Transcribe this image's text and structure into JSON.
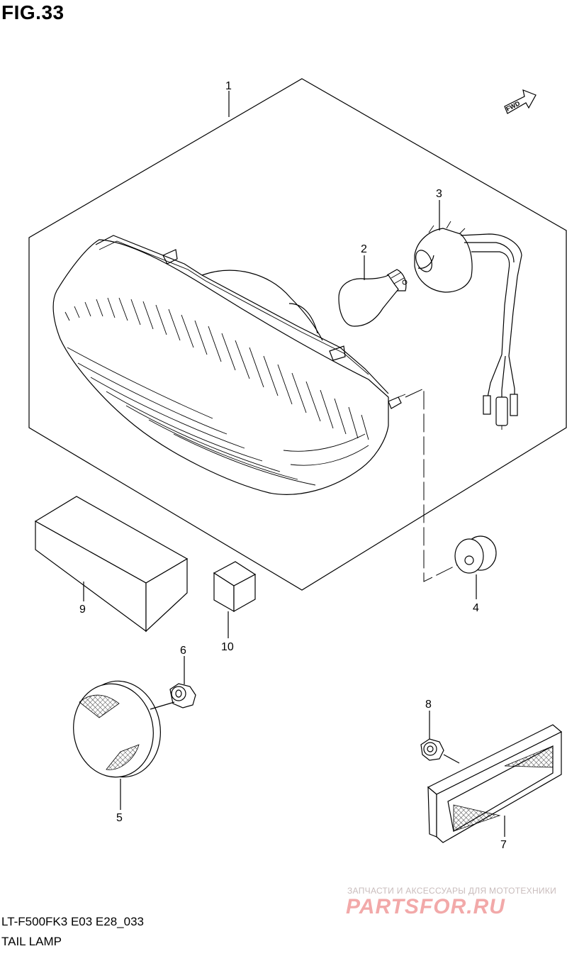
{
  "figure": {
    "title": "FIG.33",
    "code": "LT-F500FK3 E03 E28_033",
    "name": "TAIL LAMP"
  },
  "direction_marker": "FWD",
  "callouts": [
    "1",
    "2",
    "3",
    "4",
    "5",
    "6",
    "7",
    "8",
    "9",
    "10"
  ],
  "parts": [
    {
      "number": "1",
      "icon": "tail-lamp-assembly-icon"
    },
    {
      "number": "2",
      "icon": "bulb-icon"
    },
    {
      "number": "3",
      "icon": "socket-harness-icon"
    },
    {
      "number": "4",
      "icon": "grommet-icon"
    },
    {
      "number": "5",
      "icon": "round-reflector-icon"
    },
    {
      "number": "6",
      "icon": "nut-icon"
    },
    {
      "number": "7",
      "icon": "rectangular-reflector-icon"
    },
    {
      "number": "8",
      "icon": "nut-icon"
    },
    {
      "number": "9",
      "icon": "cushion-icon"
    },
    {
      "number": "10",
      "icon": "cushion-icon"
    }
  ],
  "watermark": {
    "tagline": "ЗАПЧАСТИ И АКСЕССУАРЫ ДЛЯ МОТОТЕХНИКИ",
    "logo": "PARTSFOR.RU"
  }
}
